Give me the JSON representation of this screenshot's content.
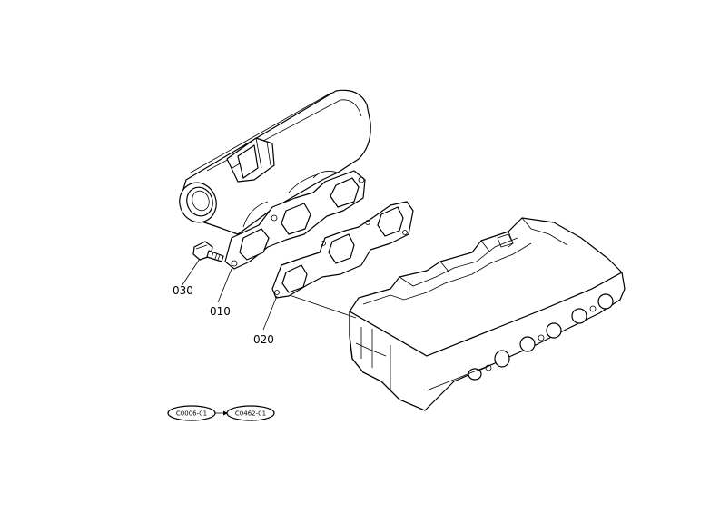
{
  "parts": [
    {
      "id": "010",
      "label": "010"
    },
    {
      "id": "020",
      "label": "020"
    },
    {
      "id": "030",
      "label": "030"
    }
  ],
  "serial_range": {
    "from": "C0006-01",
    "to": "C0462-01"
  },
  "colors": {
    "line": "#000000",
    "background": "#ffffff"
  }
}
